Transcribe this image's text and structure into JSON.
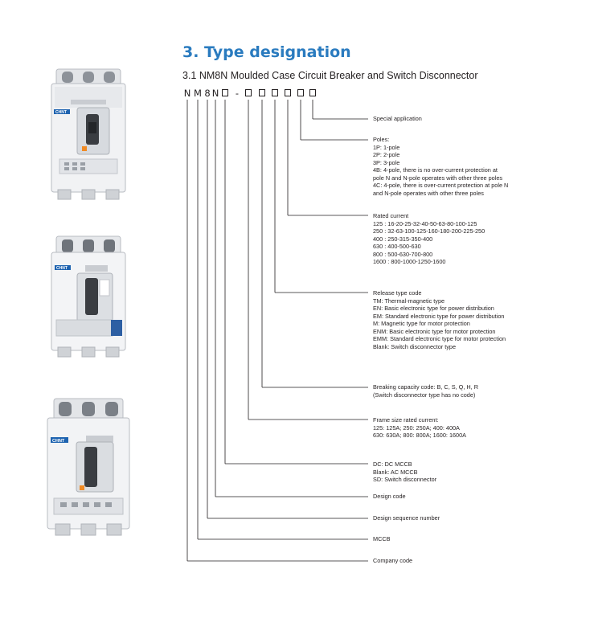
{
  "page": {
    "title": "3. Type designation",
    "subtitle": "3.1 NM8N Moulded Case Circuit Breaker and Switch Disconnector"
  },
  "code": {
    "letters": [
      "N",
      "M",
      "8",
      "N"
    ],
    "dash": "-"
  },
  "descriptions": {
    "special": {
      "title": "Special application",
      "lines": []
    },
    "poles": {
      "title": "Poles:",
      "lines": [
        "1P: 1-pole",
        "2P: 2-pole",
        "3P: 3-pole",
        "4B: 4-pole, there is no over-current protection at",
        "pole N and N-pole operates with other three poles",
        "4C: 4-pole, there is over-current protection at pole N",
        "and N-pole operates with other three poles"
      ]
    },
    "rated": {
      "title": "Rated current",
      "lines": [
        "125 : 16-20-25-32-40-50-63-80-100-125",
        "250 : 32-63-100-125-160-180-200-225-250",
        "400 : 250-315-350-400",
        "630 : 400-500-630",
        "800 : 500-630-700-800",
        "1600 : 800-1000-1250-1600"
      ]
    },
    "release": {
      "title": "Release type code",
      "lines": [
        "TM: Thermal-magnetic type",
        "EN: Basic electronic type for power distribution",
        "EM: Standard electronic type for power distribution",
        "M: Magnetic type for motor protection",
        "ENM: Basic electronic type for motor protection",
        "EMM: Standard electronic type for motor protection",
        "Blank: Switch disconnector type"
      ]
    },
    "breaking": {
      "title": "Breaking capacity code: B, C, S, Q, H, R",
      "lines": [
        "(Switch disconnector type has no code)"
      ]
    },
    "frame": {
      "title": "Frame size rated current:",
      "lines": [
        "125: 125A; 250: 250A; 400: 400A",
        "630: 630A; 800: 800A; 1600: 1600A"
      ]
    },
    "dc": {
      "title": "DC: DC MCCB",
      "lines": [
        "Blank: AC MCCB",
        "SD: Switch disconnector"
      ]
    },
    "design": {
      "title": "Design code",
      "lines": []
    },
    "sequence": {
      "title": "Design sequence number",
      "lines": []
    },
    "mccb": {
      "title": "MCCB",
      "lines": []
    },
    "company": {
      "title": "Company code",
      "lines": []
    }
  },
  "products": {
    "brand": "CHNT"
  },
  "colors": {
    "title_blue": "#2a7bbf",
    "text": "#231f20",
    "brand_blue": "#1e63b0",
    "handle_dark": "#3a3d42",
    "accent_orange": "#f08a24"
  }
}
